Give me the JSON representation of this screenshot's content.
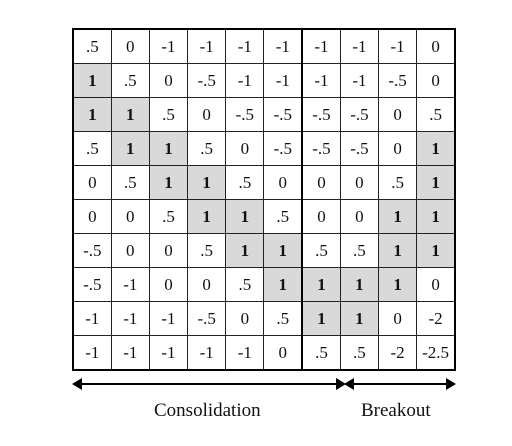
{
  "matrix": {
    "rows": [
      [
        ".5",
        "0",
        "-1",
        "-1",
        "-1",
        "-1",
        "-1",
        "-1",
        "-1",
        "0"
      ],
      [
        "1",
        ".5",
        "0",
        "-.5",
        "-1",
        "-1",
        "-1",
        "-1",
        "-.5",
        "0"
      ],
      [
        "1",
        "1",
        ".5",
        "0",
        "-.5",
        "-.5",
        "-.5",
        "-.5",
        "0",
        ".5"
      ],
      [
        ".5",
        "1",
        "1",
        ".5",
        "0",
        "-.5",
        "-.5",
        "-.5",
        "0",
        "1"
      ],
      [
        "0",
        ".5",
        "1",
        "1",
        ".5",
        "0",
        "0",
        "0",
        ".5",
        "1"
      ],
      [
        "0",
        "0",
        ".5",
        "1",
        "1",
        ".5",
        "0",
        "0",
        "1",
        "1"
      ],
      [
        "-.5",
        "0",
        "0",
        ".5",
        "1",
        "1",
        ".5",
        ".5",
        "1",
        "1"
      ],
      [
        "-.5",
        "-1",
        "0",
        "0",
        ".5",
        "1",
        "1",
        "1",
        "1",
        "0"
      ],
      [
        "-1",
        "-1",
        "-1",
        "-.5",
        "0",
        ".5",
        "1",
        "1",
        "0",
        "-2"
      ],
      [
        "-1",
        "-1",
        "-1",
        "-1",
        "-1",
        "0",
        ".5",
        ".5",
        "-2",
        "-2.5"
      ]
    ],
    "highlight_color": "#d9d9d9"
  },
  "labels": {
    "consolidation": "Consolidation",
    "breakout": "Breakout"
  }
}
